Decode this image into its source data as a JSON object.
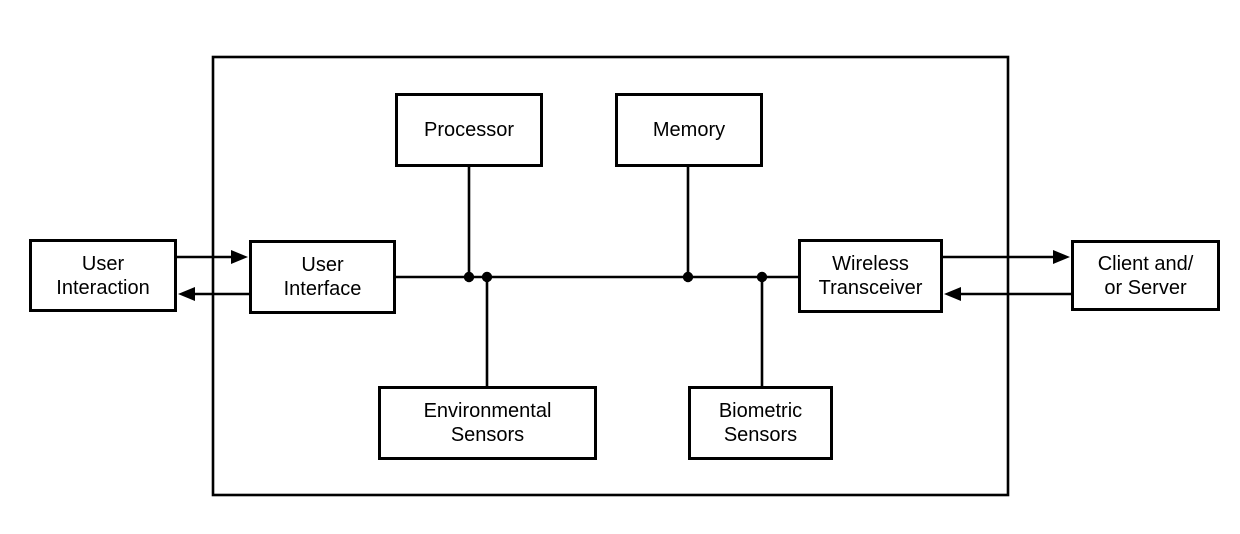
{
  "diagram": {
    "type": "block-diagram",
    "nodes": {
      "user_interaction": {
        "label": "User Interaction",
        "lines": [
          "User",
          "Interaction"
        ],
        "placement": "outside-left"
      },
      "user_interface": {
        "label": "User Interface",
        "lines": [
          "User",
          "Interface"
        ],
        "placement": "inside-enclosure"
      },
      "processor": {
        "label": "Processor",
        "lines": [
          "Processor"
        ],
        "placement": "inside-enclosure"
      },
      "memory": {
        "label": "Memory",
        "lines": [
          "Memory"
        ],
        "placement": "inside-enclosure"
      },
      "wireless_transceiver": {
        "label": "Wireless Transceiver",
        "lines": [
          "Wireless",
          "Transceiver"
        ],
        "placement": "inside-enclosure"
      },
      "environmental_sensors": {
        "label": "Environmental Sensors",
        "lines": [
          "Environmental",
          "Sensors"
        ],
        "placement": "inside-enclosure"
      },
      "biometric_sensors": {
        "label": "Biometric Sensors",
        "lines": [
          "Biometric",
          "Sensors"
        ],
        "placement": "inside-enclosure"
      },
      "client_server": {
        "label": "Client and/or Server",
        "lines": [
          "Client and/",
          "or Server"
        ],
        "placement": "outside-right"
      }
    },
    "connections": [
      {
        "from": "user_interaction",
        "to": "user_interface",
        "style": "arrow"
      },
      {
        "from": "user_interface",
        "to": "user_interaction",
        "style": "arrow"
      },
      {
        "from": "wireless_transceiver",
        "to": "client_server",
        "style": "arrow"
      },
      {
        "from": "client_server",
        "to": "wireless_transceiver",
        "style": "arrow"
      },
      {
        "from": "user_interface",
        "to": "wireless_transceiver",
        "style": "bus"
      },
      {
        "from": "processor",
        "to": "bus",
        "style": "line",
        "junction": "dot"
      },
      {
        "from": "memory",
        "to": "bus",
        "style": "line",
        "junction": "dot"
      },
      {
        "from": "environmental_sensors",
        "to": "bus",
        "style": "line",
        "junction": "dot"
      },
      {
        "from": "biometric_sensors",
        "to": "bus",
        "style": "line",
        "junction": "dot"
      }
    ],
    "colors": {
      "stroke": "#000000",
      "background": "#ffffff",
      "box_fill": "#ffffff"
    }
  }
}
